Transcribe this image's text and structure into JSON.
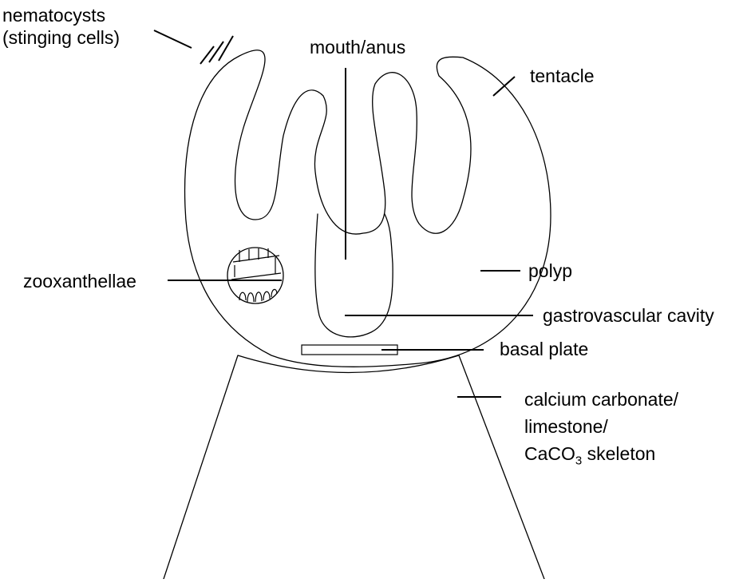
{
  "labels": {
    "nematocysts_line1": "nematocysts",
    "nematocysts_line2": "(stinging cells)",
    "mouth": "mouth/anus",
    "tentacle": "tentacle",
    "zooxanthellae": "zooxanthellae",
    "polyp": "polyp",
    "gastrovascular": "gastrovascular cavity",
    "basal_plate": "basal plate",
    "skeleton_line1": "calcium carbonate/",
    "skeleton_line2": "limestone/",
    "skeleton_line3_pre": "CaCO",
    "skeleton_line3_sub": "3",
    "skeleton_line3_post": " skeleton"
  },
  "colors": {
    "stroke": "#000000",
    "background": "#ffffff"
  }
}
